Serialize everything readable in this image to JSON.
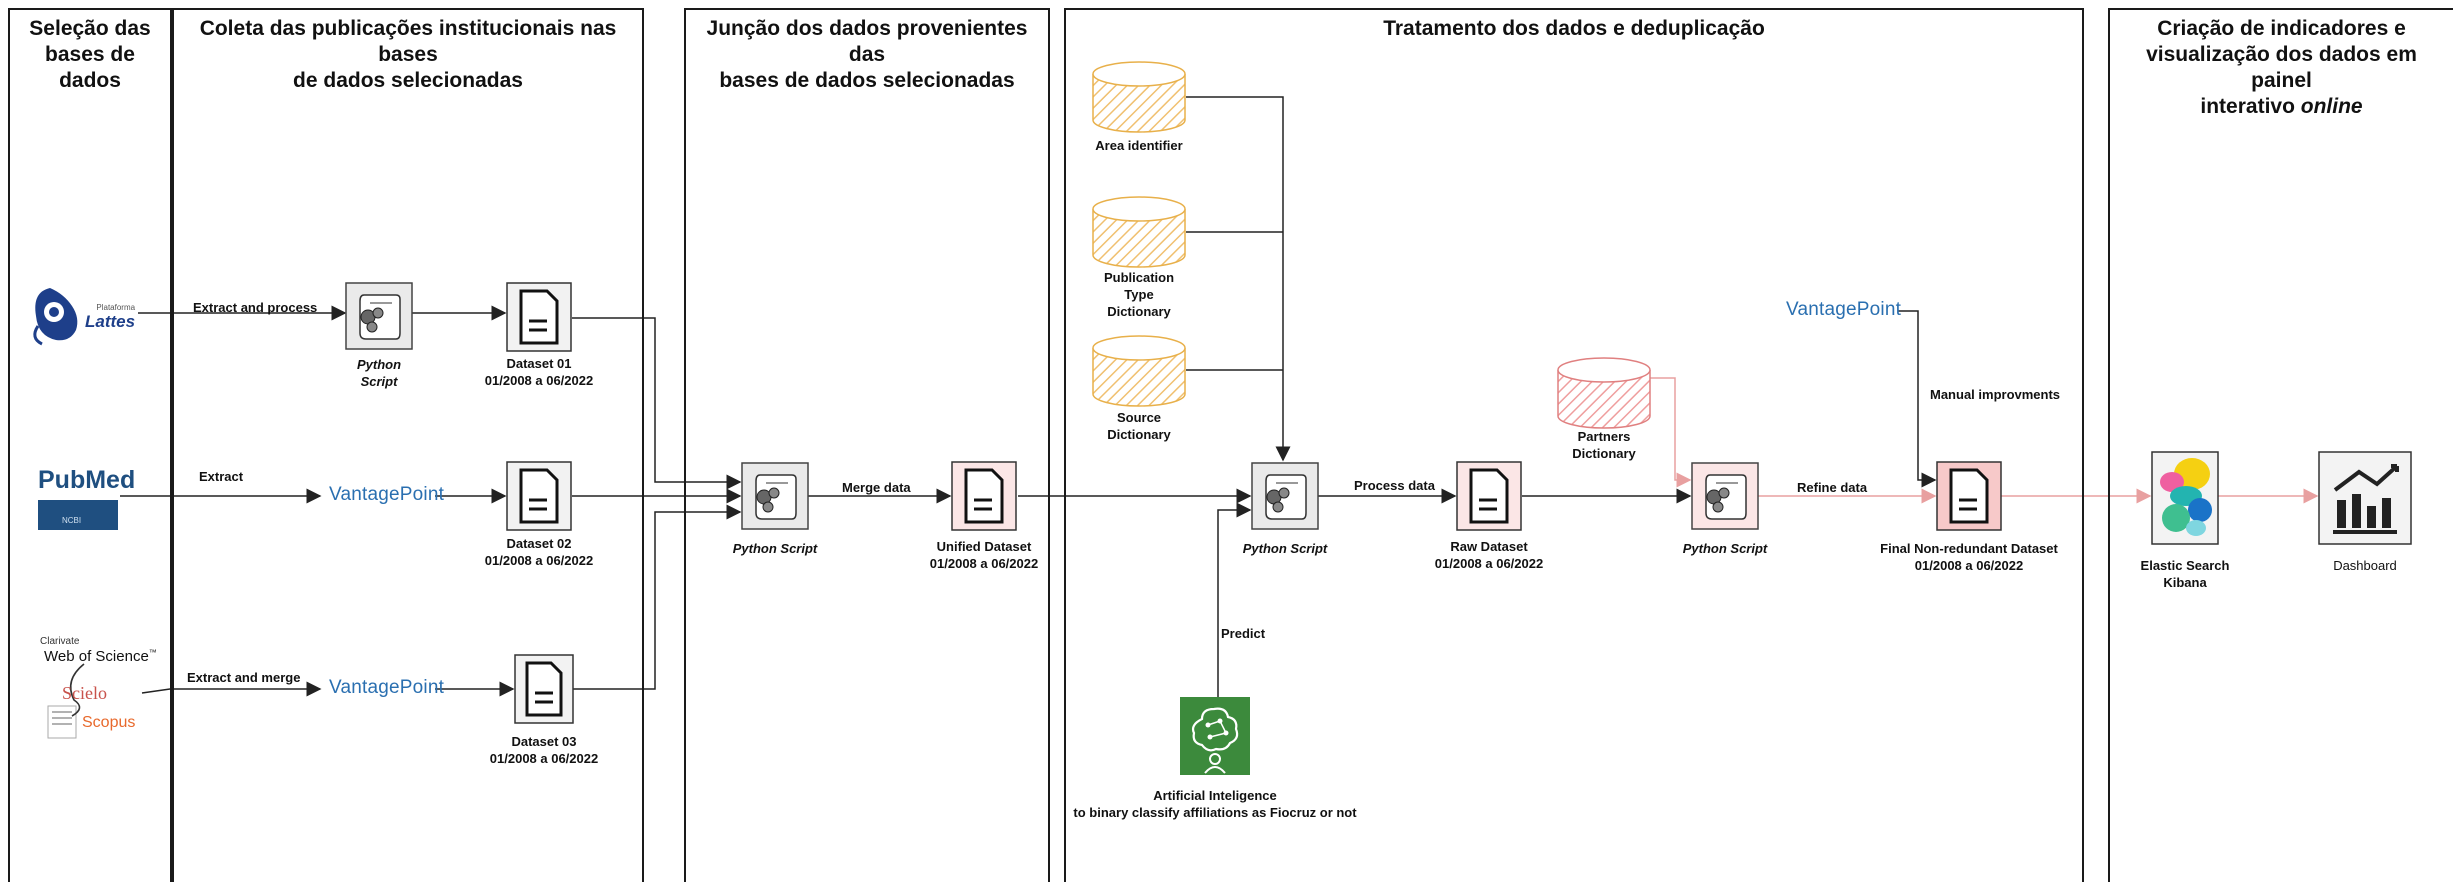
{
  "lanes": [
    {
      "id": "lane1",
      "title_lines": [
        "Seleção das",
        "bases de dados"
      ]
    },
    {
      "id": "lane2",
      "title_lines": [
        "Coleta das publicações institucionais nas bases",
        "de dados selecionadas"
      ]
    },
    {
      "id": "lane3",
      "title_lines": [
        "Junção dos dados provenientes das",
        "bases de dados selecionadas"
      ]
    },
    {
      "id": "lane4",
      "title_lines": [
        "Tratamento dos dados e deduplicação"
      ]
    },
    {
      "id": "lane5",
      "title_lines": [
        "Criação de indicadores e",
        "visualização dos dados em painel",
        "interativo "
      ],
      "title_emphasis": "online"
    }
  ],
  "sources": {
    "lattes": {
      "brand_small": "Plataforma",
      "brand": "Lattes"
    },
    "pubmed": {
      "brand": "PubMed",
      "sub": "NCBI"
    },
    "wos": {
      "company": "Clarivate",
      "brand": "Web of Science",
      "trademark": "™"
    },
    "scielo": {
      "brand": "Scielo"
    },
    "scopus": {
      "brand": "Scopus"
    }
  },
  "edges": {
    "extract_process": "Extract and process",
    "extract": "Extract",
    "extract_merge": "Extract and merge",
    "merge_data": "Merge data",
    "process_data": "Process data",
    "refine_data": "Refine data",
    "predict": "Predict",
    "manual": "Manual improvments"
  },
  "vantage": {
    "text_a": "Vantage",
    "text_b": "Point"
  },
  "nodes": {
    "py1": {
      "line1": "Python",
      "line2": "Script"
    },
    "ds1": {
      "line1": "Dataset 01",
      "line2": "01/2008 a 06/2022"
    },
    "ds2": {
      "line1": "Dataset 02",
      "line2": "01/2008 a 06/2022"
    },
    "ds3": {
      "line1": "Dataset 03",
      "line2": "01/2008 a 06/2022"
    },
    "py2": {
      "label": "Python Script"
    },
    "unified": {
      "line1": "Unified Dataset",
      "line2": "01/2008 a 06/2022"
    },
    "area": {
      "label": "Area identifier"
    },
    "pubtype": {
      "line1": "Publication",
      "line2": "Type",
      "line3": "Dictionary"
    },
    "source": {
      "line1": "Source",
      "line2": "Dictionary"
    },
    "py3": {
      "label": "Python Script"
    },
    "raw": {
      "line1": "Raw Dataset",
      "line2": "01/2008 a 06/2022"
    },
    "partners": {
      "line1": "Partners",
      "line2": "Dictionary"
    },
    "py4": {
      "label": "Python Script"
    },
    "final": {
      "line1": "Final Non-redundant Dataset",
      "line2": "01/2008 a 06/2022"
    },
    "ai": {
      "line1": "Artificial Inteligence",
      "line2": "to binary classify affiliations as Fiocruz or not"
    },
    "elastic": {
      "line1": "Elastic Search",
      "line2": "Kibana"
    },
    "dashboard": {
      "label": "Dashboard"
    }
  },
  "colors": {
    "arrow": "#222222",
    "red_arrow": "#e8a0a0",
    "db_orange": "#e8b04a",
    "db_red": "#e08080",
    "vantage_blue": "#2a6fb0",
    "ai_green": "#3c8a3c"
  }
}
